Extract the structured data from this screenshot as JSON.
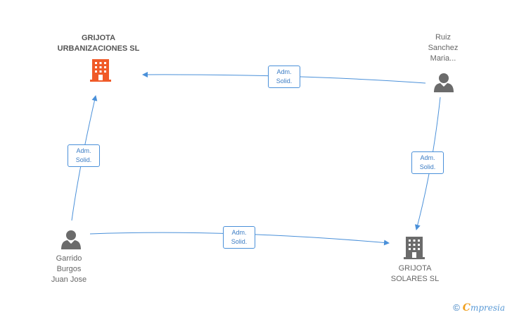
{
  "nodes": {
    "grijota_urbanizaciones": {
      "lines": [
        "GRIJOTA",
        "URBANIZACIONES SL"
      ],
      "icon": "building-icon",
      "color": "#f05a28"
    },
    "ruiz_sanchez": {
      "lines": [
        "Ruiz",
        "Sanchez",
        "Maria..."
      ],
      "icon": "person-icon",
      "color": "#666666"
    },
    "garrido_burgos": {
      "lines": [
        "Garrido",
        "Burgos",
        "Juan Jose"
      ],
      "icon": "person-icon",
      "color": "#666666"
    },
    "grijota_solares": {
      "lines": [
        "GRIJOTA",
        "SOLARES SL"
      ],
      "icon": "building-icon",
      "color": "#666666"
    }
  },
  "edges": [
    {
      "id": "ruiz-to-urbanizaciones",
      "lines": [
        "Adm.",
        "Solid."
      ]
    },
    {
      "id": "garrido-to-urbanizaciones",
      "lines": [
        "Adm.",
        "Solid."
      ]
    },
    {
      "id": "ruiz-to-solares",
      "lines": [
        "Adm.",
        "Solid."
      ]
    },
    {
      "id": "garrido-to-solares",
      "lines": [
        "Adm.",
        "Solid."
      ]
    }
  ],
  "edge_color": "#4a90d9",
  "brand": {
    "copyright": "©",
    "name_first": "C",
    "name_rest": "mpresia"
  }
}
